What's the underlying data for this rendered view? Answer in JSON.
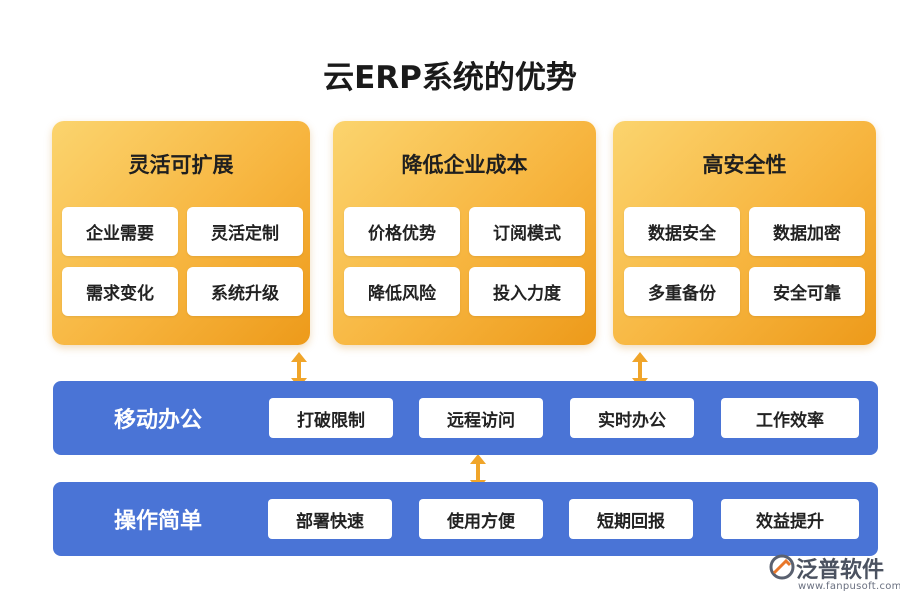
{
  "title": "云ERP系统的优势",
  "cards": [
    {
      "title": "灵活可扩展",
      "items": [
        "企业需要",
        "灵活定制",
        "需求变化",
        "系统升级"
      ]
    },
    {
      "title": "降低企业成本",
      "items": [
        "价格优势",
        "订阅模式",
        "降低风险",
        "投入力度"
      ]
    },
    {
      "title": "高安全性",
      "items": [
        "数据安全",
        "数据加密",
        "多重备份",
        "安全可靠"
      ]
    }
  ],
  "bands": [
    {
      "label": "移动办公",
      "items": [
        "打破限制",
        "远程访问",
        "实时办公",
        "工作效率"
      ]
    },
    {
      "label": "操作简单",
      "items": [
        "部署快速",
        "使用方便",
        "短期回报",
        "效益提升"
      ]
    }
  ],
  "logo": {
    "name": "泛普软件",
    "url": "www.fanpusoft.com"
  },
  "colors": {
    "card_light": "#fbd46e",
    "card_dark": "#ed9a1a",
    "band": "#4a74d6",
    "arrow": "#f0a52a"
  }
}
